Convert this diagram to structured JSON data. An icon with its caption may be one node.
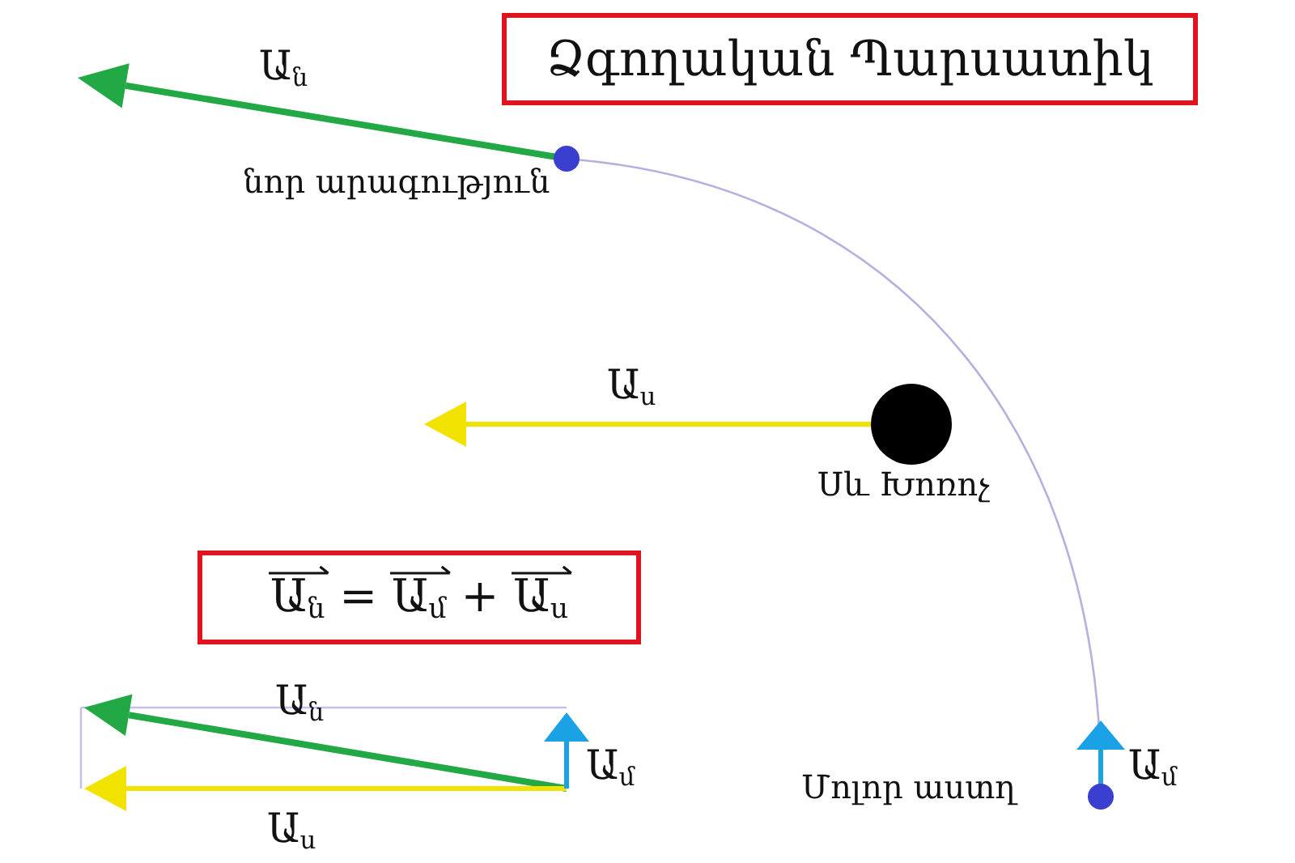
{
  "diagram": {
    "nodes": [
      {
        "text": [
          "Ձգողական Պարսատիկ"
        ]
      },
      {
        "text": [],
        "shape": "circle",
        "beside": [
          "նոր արագություն"
        ]
      },
      {
        "text": [],
        "shape": "circle",
        "beside": [
          "Սև Խոռոչ"
        ]
      },
      {
        "text": [],
        "shape": "circle",
        "beside": [
          "Մոլոր աստղ"
        ]
      },
      {
        "text": [
          "Ա$_{ն}$ = Ա$_{մ}$ + Ա$_{ս}$"
        ]
      }
    ],
    "edges": [
      {
        "from": 1,
        "to": 3,
        "arrow": "none"
      }
    ],
    "labels": [
      "Ա$_{ն}$",
      "Ա$_{ս}$",
      "Ա$_{ն}$",
      "Ա$_{մ}$",
      "Ա$_{մ}$",
      "Ա$_{ս}$"
    ]
  }
}
